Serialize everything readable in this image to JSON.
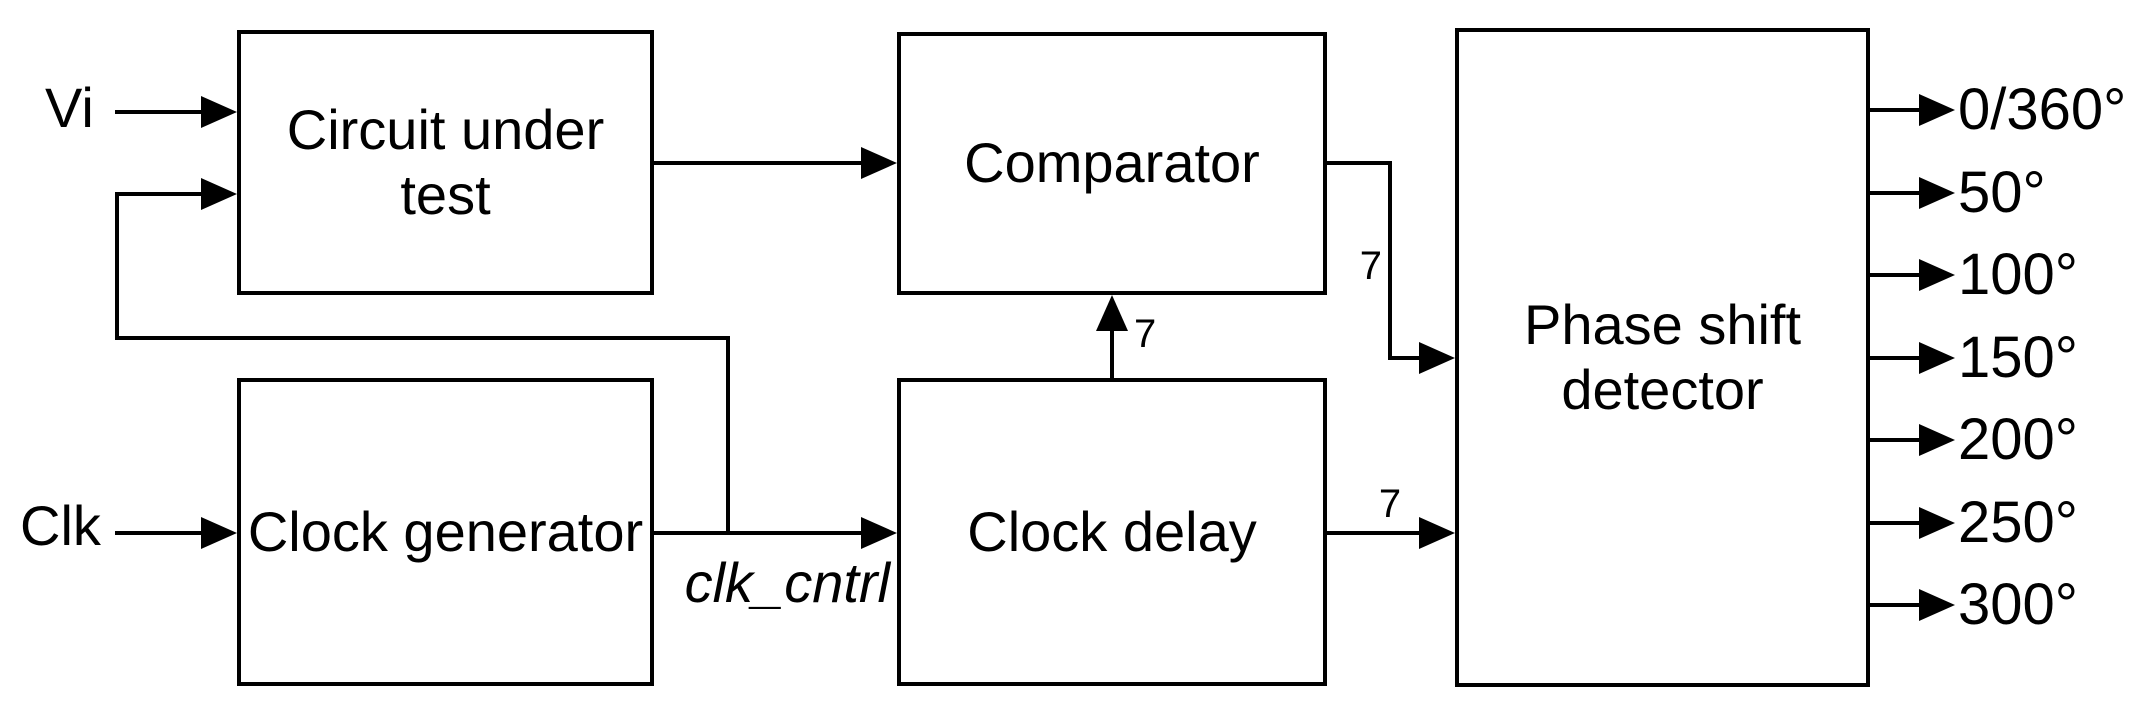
{
  "diagram": {
    "background_color": "#ffffff",
    "line_color": "#000000",
    "blocks": {
      "circuit_under_test": {
        "label": "Circuit under test"
      },
      "clock_generator": {
        "label": "Clock generator"
      },
      "comparator": {
        "label": "Comparator"
      },
      "clock_delay": {
        "label": "Clock delay"
      },
      "phase_shift_detector": {
        "label": "Phase shift detector"
      }
    },
    "inputs": {
      "vi": {
        "label": "Vi"
      },
      "clk": {
        "label": "Clk"
      }
    },
    "signals": {
      "clk_cntrl": {
        "label": "clk_cntrl"
      },
      "bus_comparator_to_detector": {
        "label": "7"
      },
      "bus_delay_to_comparator": {
        "label": "7"
      },
      "bus_delay_to_detector": {
        "label": "7"
      }
    },
    "outputs": [
      {
        "label": "0/360°"
      },
      {
        "label": "50°"
      },
      {
        "label": "100°"
      },
      {
        "label": "150°"
      },
      {
        "label": "200°"
      },
      {
        "label": "250°"
      },
      {
        "label": "300°"
      }
    ]
  }
}
